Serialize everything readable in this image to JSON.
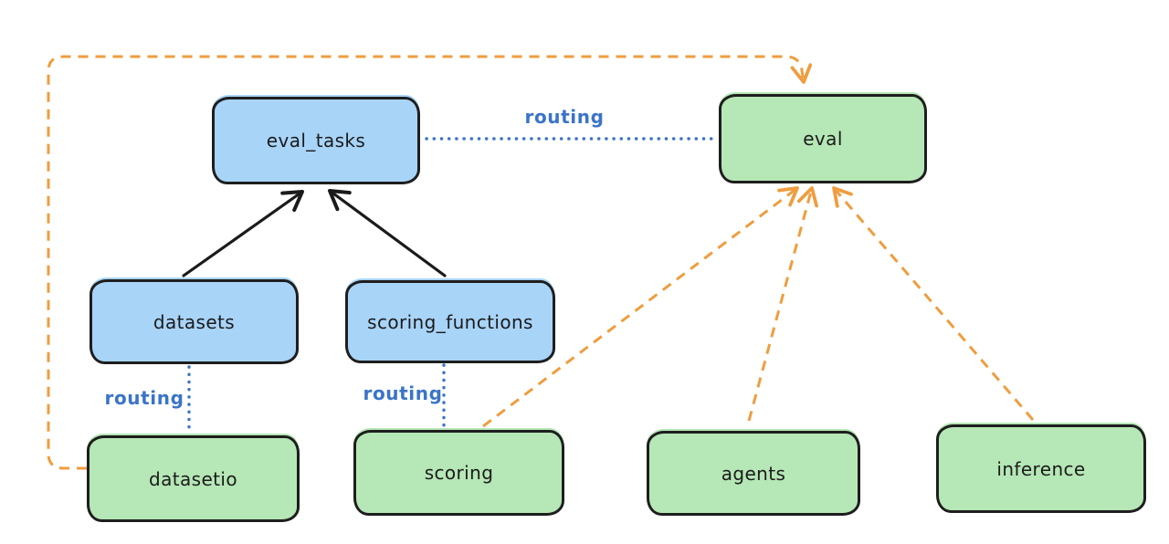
{
  "diagram": {
    "title": "",
    "colors": {
      "node_fill_blue": "#a8d4f8",
      "node_fill_green": "#b6e7b6",
      "node_border": "#1e1e1e",
      "edge_black": "#1b1b1b",
      "edge_blue": "#3b74c8",
      "edge_orange": "#ef9d3f",
      "label_blue": "#3b74c8",
      "background": "#ffffff"
    },
    "nodes": [
      {
        "id": "eval_tasks",
        "label": "eval_tasks",
        "type": "blue"
      },
      {
        "id": "eval",
        "label": "eval",
        "type": "green"
      },
      {
        "id": "datasets",
        "label": "datasets",
        "type": "blue"
      },
      {
        "id": "scoring_functions",
        "label": "scoring_functions",
        "type": "blue"
      },
      {
        "id": "datasetio",
        "label": "datasetio",
        "type": "green"
      },
      {
        "id": "scoring",
        "label": "scoring",
        "type": "green"
      },
      {
        "id": "agents",
        "label": "agents",
        "type": "green"
      },
      {
        "id": "inference",
        "label": "inference",
        "type": "green"
      }
    ],
    "edges": [
      {
        "from": "datasets",
        "to": "eval_tasks",
        "style": "solid-black-arrow",
        "label": ""
      },
      {
        "from": "scoring_functions",
        "to": "eval_tasks",
        "style": "solid-black-arrow",
        "label": ""
      },
      {
        "from": "eval_tasks",
        "to": "eval",
        "style": "dotted-blue",
        "label": "routing"
      },
      {
        "from": "datasets",
        "to": "datasetio",
        "style": "dotted-blue",
        "label": "routing"
      },
      {
        "from": "scoring_functions",
        "to": "scoring",
        "style": "dotted-blue",
        "label": "routing"
      },
      {
        "from": "datasetio",
        "to": "eval",
        "style": "dashed-orange-arrow",
        "label": ""
      },
      {
        "from": "scoring",
        "to": "eval",
        "style": "dashed-orange-arrow",
        "label": ""
      },
      {
        "from": "agents",
        "to": "eval",
        "style": "dashed-orange-arrow",
        "label": ""
      },
      {
        "from": "inference",
        "to": "eval",
        "style": "dashed-orange-arrow",
        "label": ""
      }
    ]
  }
}
